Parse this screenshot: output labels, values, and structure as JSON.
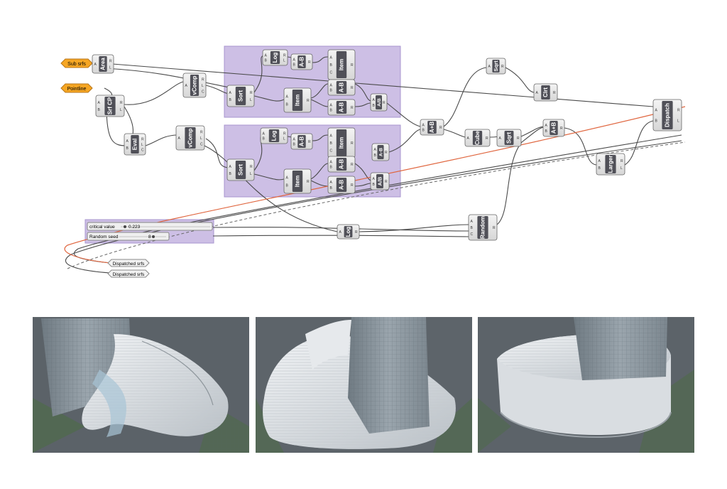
{
  "colors": {
    "group_fill": "#cdbfe5",
    "group_stroke": "#a896cf",
    "param_orange": "#f6a623",
    "node_dark": "#505058",
    "node_light": "#ececec",
    "wire": "#4a4a4a",
    "wire_red": "#e0663f",
    "slider_panel": "#cdbfe5"
  },
  "params": {
    "sub_srfs": "Sub srfs",
    "pointline": "Pointline",
    "dispatched_a": "Dispatched srfs",
    "dispatched_b": "Dispatched srfs"
  },
  "sliders": {
    "critical_label": "critical value",
    "critical_value": "0.223",
    "seed_label": "Random seed",
    "seed_value": "8"
  },
  "nodes": {
    "area": "Area",
    "srf_cp": "Srf CP",
    "eval": "Eval",
    "vcomp_top": "vComp",
    "vcomp_bottom": "vComp",
    "sort_top": "Sort",
    "log_top": "Log",
    "ab_top1": "A-B",
    "item_top1": "Item",
    "item_top2": "Item",
    "ab_top2": "A-B",
    "ab_top3": "A-B",
    "adivb_top": "A/B",
    "sort_bottom": "Sort",
    "log_bottom": "Log",
    "ab_bot1": "A-B",
    "item_bot1": "Item",
    "item_bot2": "Item",
    "ab_bot2": "A-B",
    "ab_bot3": "A-B",
    "adivb_bot": "A/B",
    "ab_bot_right": "A-B",
    "aplusb": "A+B",
    "sqrt": "Sqrt",
    "clrt": "Clrt",
    "cube": "Cube",
    "sqrt2": "Sqrt",
    "ab_mid": "A+B",
    "larger": "Larger",
    "dispatch": "Dispatch",
    "log_mid": "Log",
    "random": "Random"
  },
  "renders": [
    {
      "name": "render-left",
      "alt": "tower base with swirling canopy — left view"
    },
    {
      "name": "render-center",
      "alt": "tower base with swirling canopy — center view"
    },
    {
      "name": "render-right",
      "alt": "tower base with swirling canopy — right view"
    }
  ]
}
